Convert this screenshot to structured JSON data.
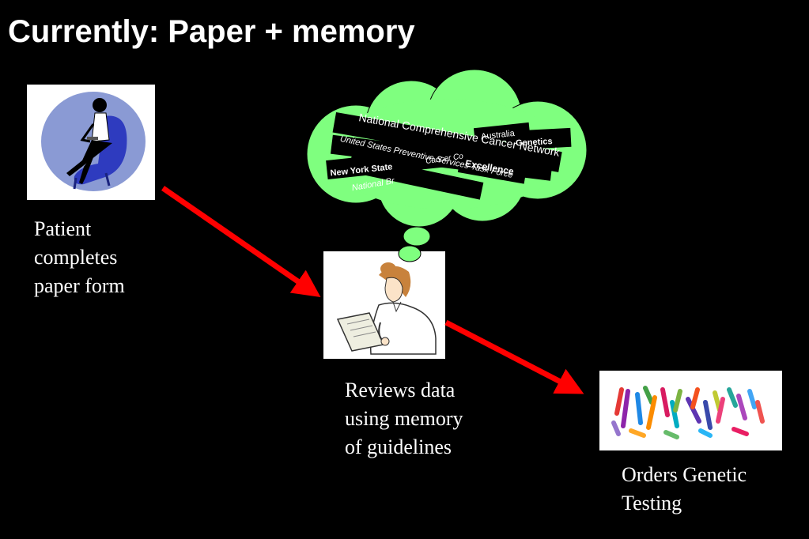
{
  "slide": {
    "title": "Currently: Paper + memory"
  },
  "steps": [
    {
      "id": "patient",
      "caption_lines": [
        "Patient",
        "completes",
        "paper form"
      ]
    },
    {
      "id": "reviewer",
      "caption_lines": [
        "Reviews data",
        "using memory",
        "of guidelines"
      ]
    },
    {
      "id": "orders",
      "caption_lines": [
        "Orders Genetic",
        "Testing"
      ]
    }
  ],
  "thought_bubble": {
    "guidelines": [
      "National Comprehensive Cancer Network",
      "United States Preventive Services Task Force",
      "New York State",
      "Excellence",
      "National Br",
      "Australia",
      "Genetics",
      "Cancer Co"
    ]
  },
  "colors": {
    "background": "#000000",
    "arrow": "#ff0000",
    "bubble": "#7fff7f",
    "text": "#ffffff"
  }
}
